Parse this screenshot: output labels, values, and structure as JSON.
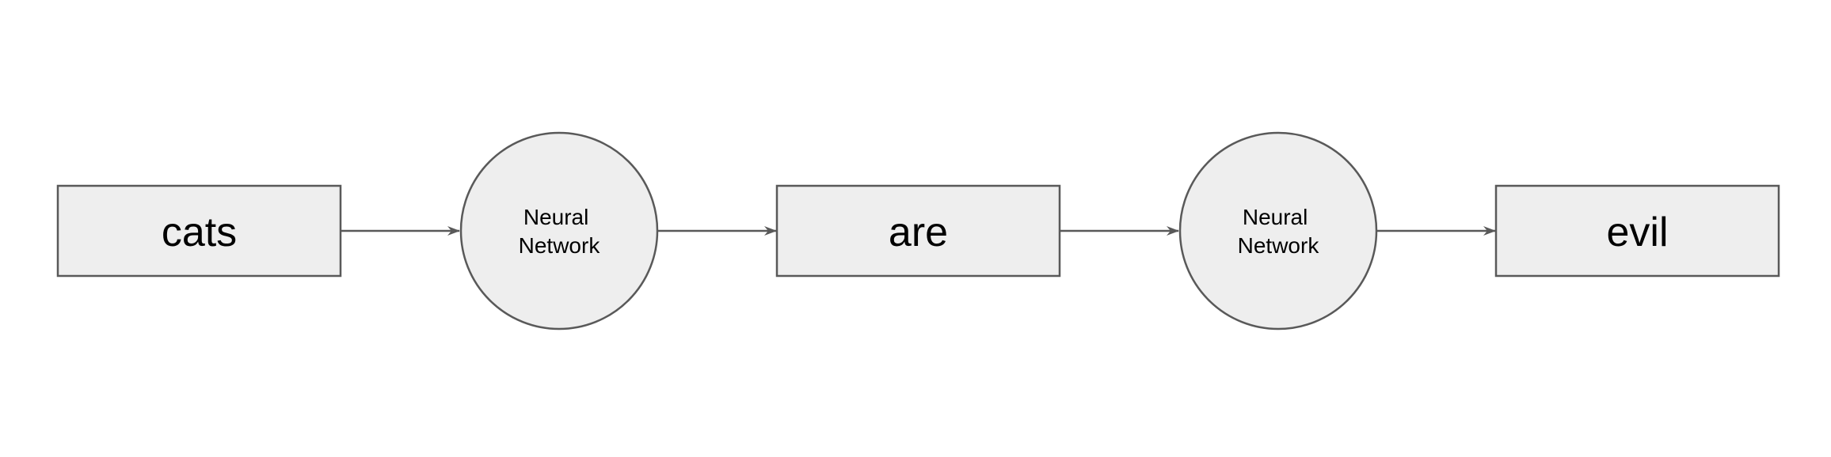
{
  "diagram": {
    "nodes": [
      {
        "id": "token-1",
        "shape": "box",
        "label": "cats"
      },
      {
        "id": "nn-1",
        "shape": "circle",
        "label_lines": [
          "Neural",
          "Network"
        ]
      },
      {
        "id": "token-2",
        "shape": "box",
        "label": "are"
      },
      {
        "id": "nn-2",
        "shape": "circle",
        "label_lines": [
          "Neural",
          "Network"
        ]
      },
      {
        "id": "token-3",
        "shape": "box",
        "label": "evil"
      }
    ],
    "edges": [
      {
        "from": "token-1",
        "to": "nn-1"
      },
      {
        "from": "nn-1",
        "to": "token-2"
      },
      {
        "from": "token-2",
        "to": "nn-2"
      },
      {
        "from": "nn-2",
        "to": "token-3"
      }
    ],
    "colors": {
      "fill": "#eeeeee",
      "stroke": "#595959",
      "text": "#000000"
    }
  }
}
